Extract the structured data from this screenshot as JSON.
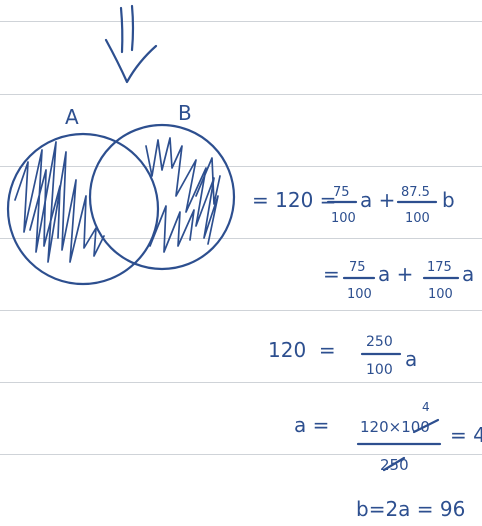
{
  "ink_color": "#2d4f8f",
  "rule_color": "#cfd3d8",
  "venn": {
    "label_a": "A",
    "label_b": "B"
  },
  "equations": {
    "line1": {
      "lead": "= 120 =",
      "frac1_num": "75",
      "frac1_den": "100",
      "var1": "a +",
      "frac2_num": "87.5",
      "frac2_den": "100",
      "var2": "b"
    },
    "line2": {
      "lead": "=",
      "frac1_num": "75",
      "frac1_den": "100",
      "var1": "a +",
      "frac2_num": "175",
      "frac2_den": "100",
      "var2": "a"
    },
    "line3": {
      "lead": "120  =",
      "frac_num": "250",
      "frac_den": "100",
      "var": "a"
    },
    "line4": {
      "lead": "a =",
      "frac_num": "120×100",
      "frac_den": "250",
      "tail": "= 4",
      "note": "4"
    },
    "line5": {
      "text": "b=2a = 96"
    }
  }
}
